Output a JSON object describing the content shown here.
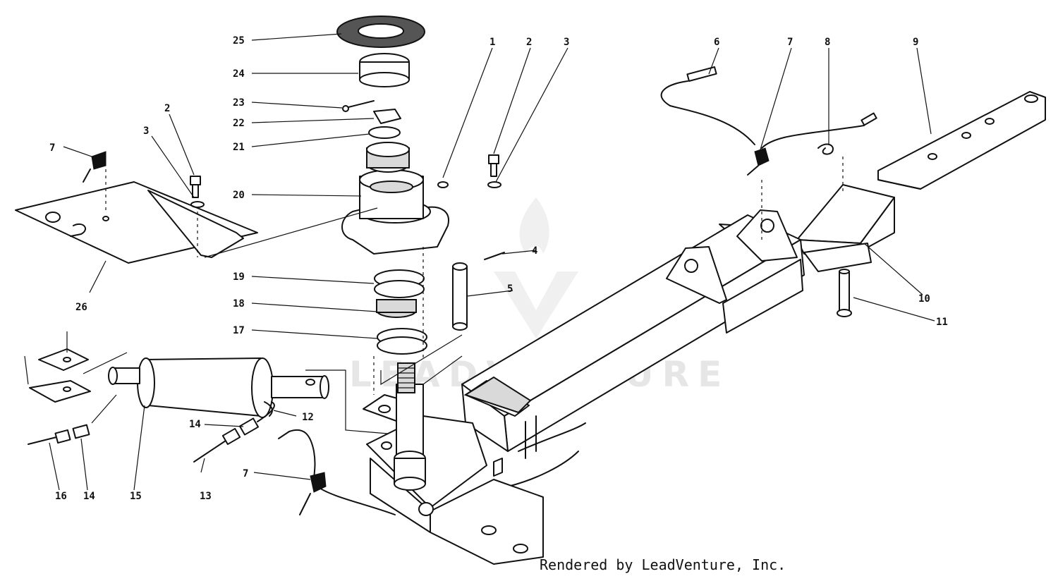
{
  "watermark": "LEADVENTURE",
  "footer": "Rendered by LeadVenture, Inc.",
  "callouts": {
    "c25": "25",
    "c24": "24",
    "c23": "23",
    "c22": "22",
    "c21": "21",
    "c20": "20",
    "c19": "19",
    "c18": "18",
    "c17": "17",
    "c26": "26",
    "c1": "1",
    "c2a": "2",
    "c3a": "3",
    "c2b": "2",
    "c3b": "3",
    "c7a": "7",
    "c6": "6",
    "c7b": "7",
    "c8": "8",
    "c9": "9",
    "c4": "4",
    "c5": "5",
    "c10": "10",
    "c11": "11",
    "c12": "12",
    "c14a": "14",
    "c13": "13",
    "c16": "16",
    "c14b": "14",
    "c15": "15",
    "c7c": "7"
  },
  "colors": {
    "ink": "#111111",
    "shade": "#d9d9d9",
    "watermark": "#e6e6e6"
  }
}
